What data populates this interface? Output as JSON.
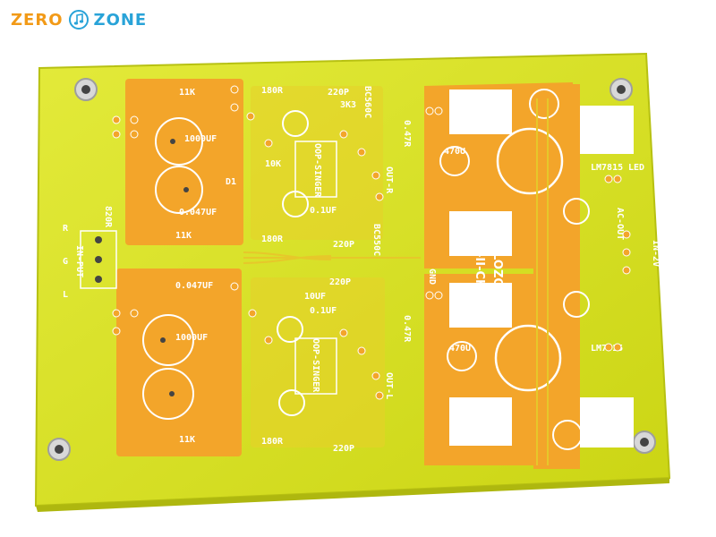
{
  "brand": {
    "word1": "ZERO",
    "word2": "ZONE",
    "icon": "music-note-icon",
    "colors": {
      "word1": "#f29a17",
      "word2": "#29a3d8"
    }
  },
  "board": {
    "colors": {
      "substrate": "#d9e21c",
      "copper_pad": "#f3a52a",
      "silkscreen": "#ffffff",
      "hole": "#3f3f3f",
      "mount_ring": "#c9c9c9",
      "trace": "#e6c82a"
    },
    "labels": {
      "input_header": "IN-PUT",
      "input_r": "R",
      "input_g": "G",
      "input_l": "L",
      "title_brand": "GZLOZONE",
      "title_model": "HV-II-CKII",
      "power_ac": "AC-OUT",
      "power_dc": "IN-2V",
      "led": "LED",
      "reg1": "LM7815",
      "reg2": "LM7915",
      "cap_470u": "470U",
      "cap_1000u": "1000UF",
      "res_1k": "11K",
      "res_180r": "180R",
      "res_820r": "820R",
      "res_047": "0.47R",
      "cap_01": "0.1UF",
      "cap_0047": "0.047UF",
      "cap_220p": "220P",
      "opamp": "OOP-SINGER",
      "trans1": "BC550C",
      "trans2": "BC560C",
      "out_label": "OUT-R",
      "out_label2": "OUT-L",
      "gnd": "GND",
      "res_3k3": "3K3",
      "res_10k": "10K",
      "cap_10uf": "10UF",
      "d_label": "D1"
    }
  }
}
